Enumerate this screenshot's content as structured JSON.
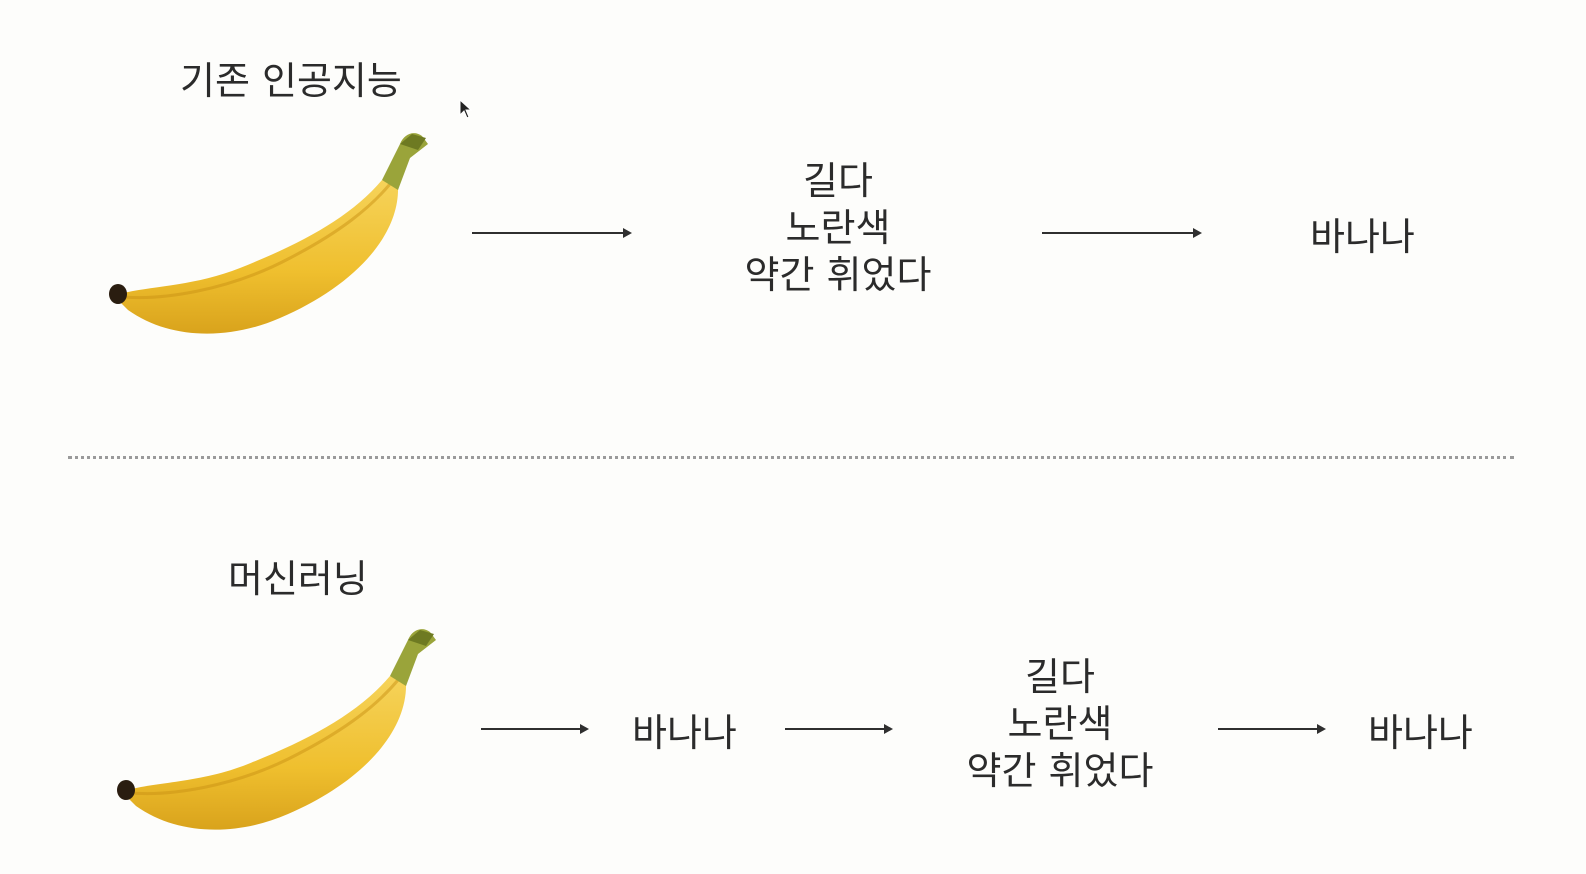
{
  "top_section": {
    "title": "기존 인공지능",
    "features": [
      "길다",
      "노란색",
      "약간 휘었다"
    ],
    "result": "바나나"
  },
  "bottom_section": {
    "title": "머신러닝",
    "label": "바나나",
    "features": [
      "길다",
      "노란색",
      "약간 휘었다"
    ],
    "result": "바나나"
  },
  "colors": {
    "background": "#fdfdfb",
    "text": "#2b2b2b",
    "banana": "#f1c232",
    "divider": "#9a9a9a"
  },
  "icons": [
    "banana-image",
    "arrow-right-icon",
    "mouse-cursor-icon"
  ]
}
